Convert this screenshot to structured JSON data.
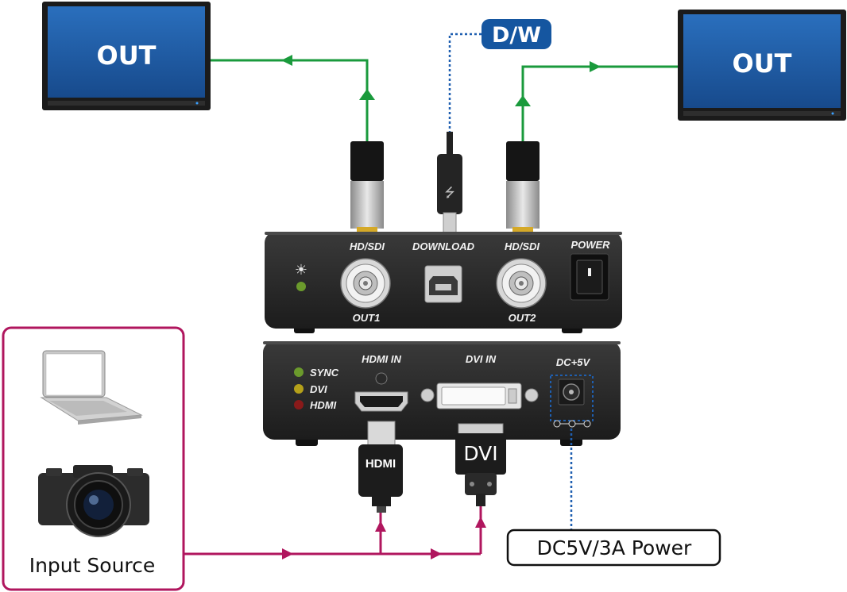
{
  "monitors": {
    "left_label": "OUT",
    "right_label": "OUT"
  },
  "download_tag": "D/W",
  "top_panel": {
    "sdi1_label": "HD/SDI",
    "download_label": "DOWNLOAD",
    "sdi2_label": "HD/SDI",
    "power_label": "POWER",
    "out1_label": "OUT1",
    "out2_label": "OUT2"
  },
  "bottom_panel": {
    "led_sync": "SYNC",
    "led_dvi": "DVI",
    "led_hdmi": "HDMI",
    "hdmi_in_label": "HDMI IN",
    "dvi_in_label": "DVI IN",
    "dc_label": "DC+5V"
  },
  "cables": {
    "hdmi_plug_label": "HDMI",
    "dvi_plug_label": "DVI"
  },
  "input_source_label": "Input Source",
  "power_callout": "DC5V/3A Power",
  "colors": {
    "signal_out": "#1a9a3c",
    "signal_in": "#b0165e",
    "usb_link": "#1f5fb0",
    "tag_blue": "#1556a0",
    "monitor_screen": "#1f5fa5",
    "device_body": "#222222"
  }
}
